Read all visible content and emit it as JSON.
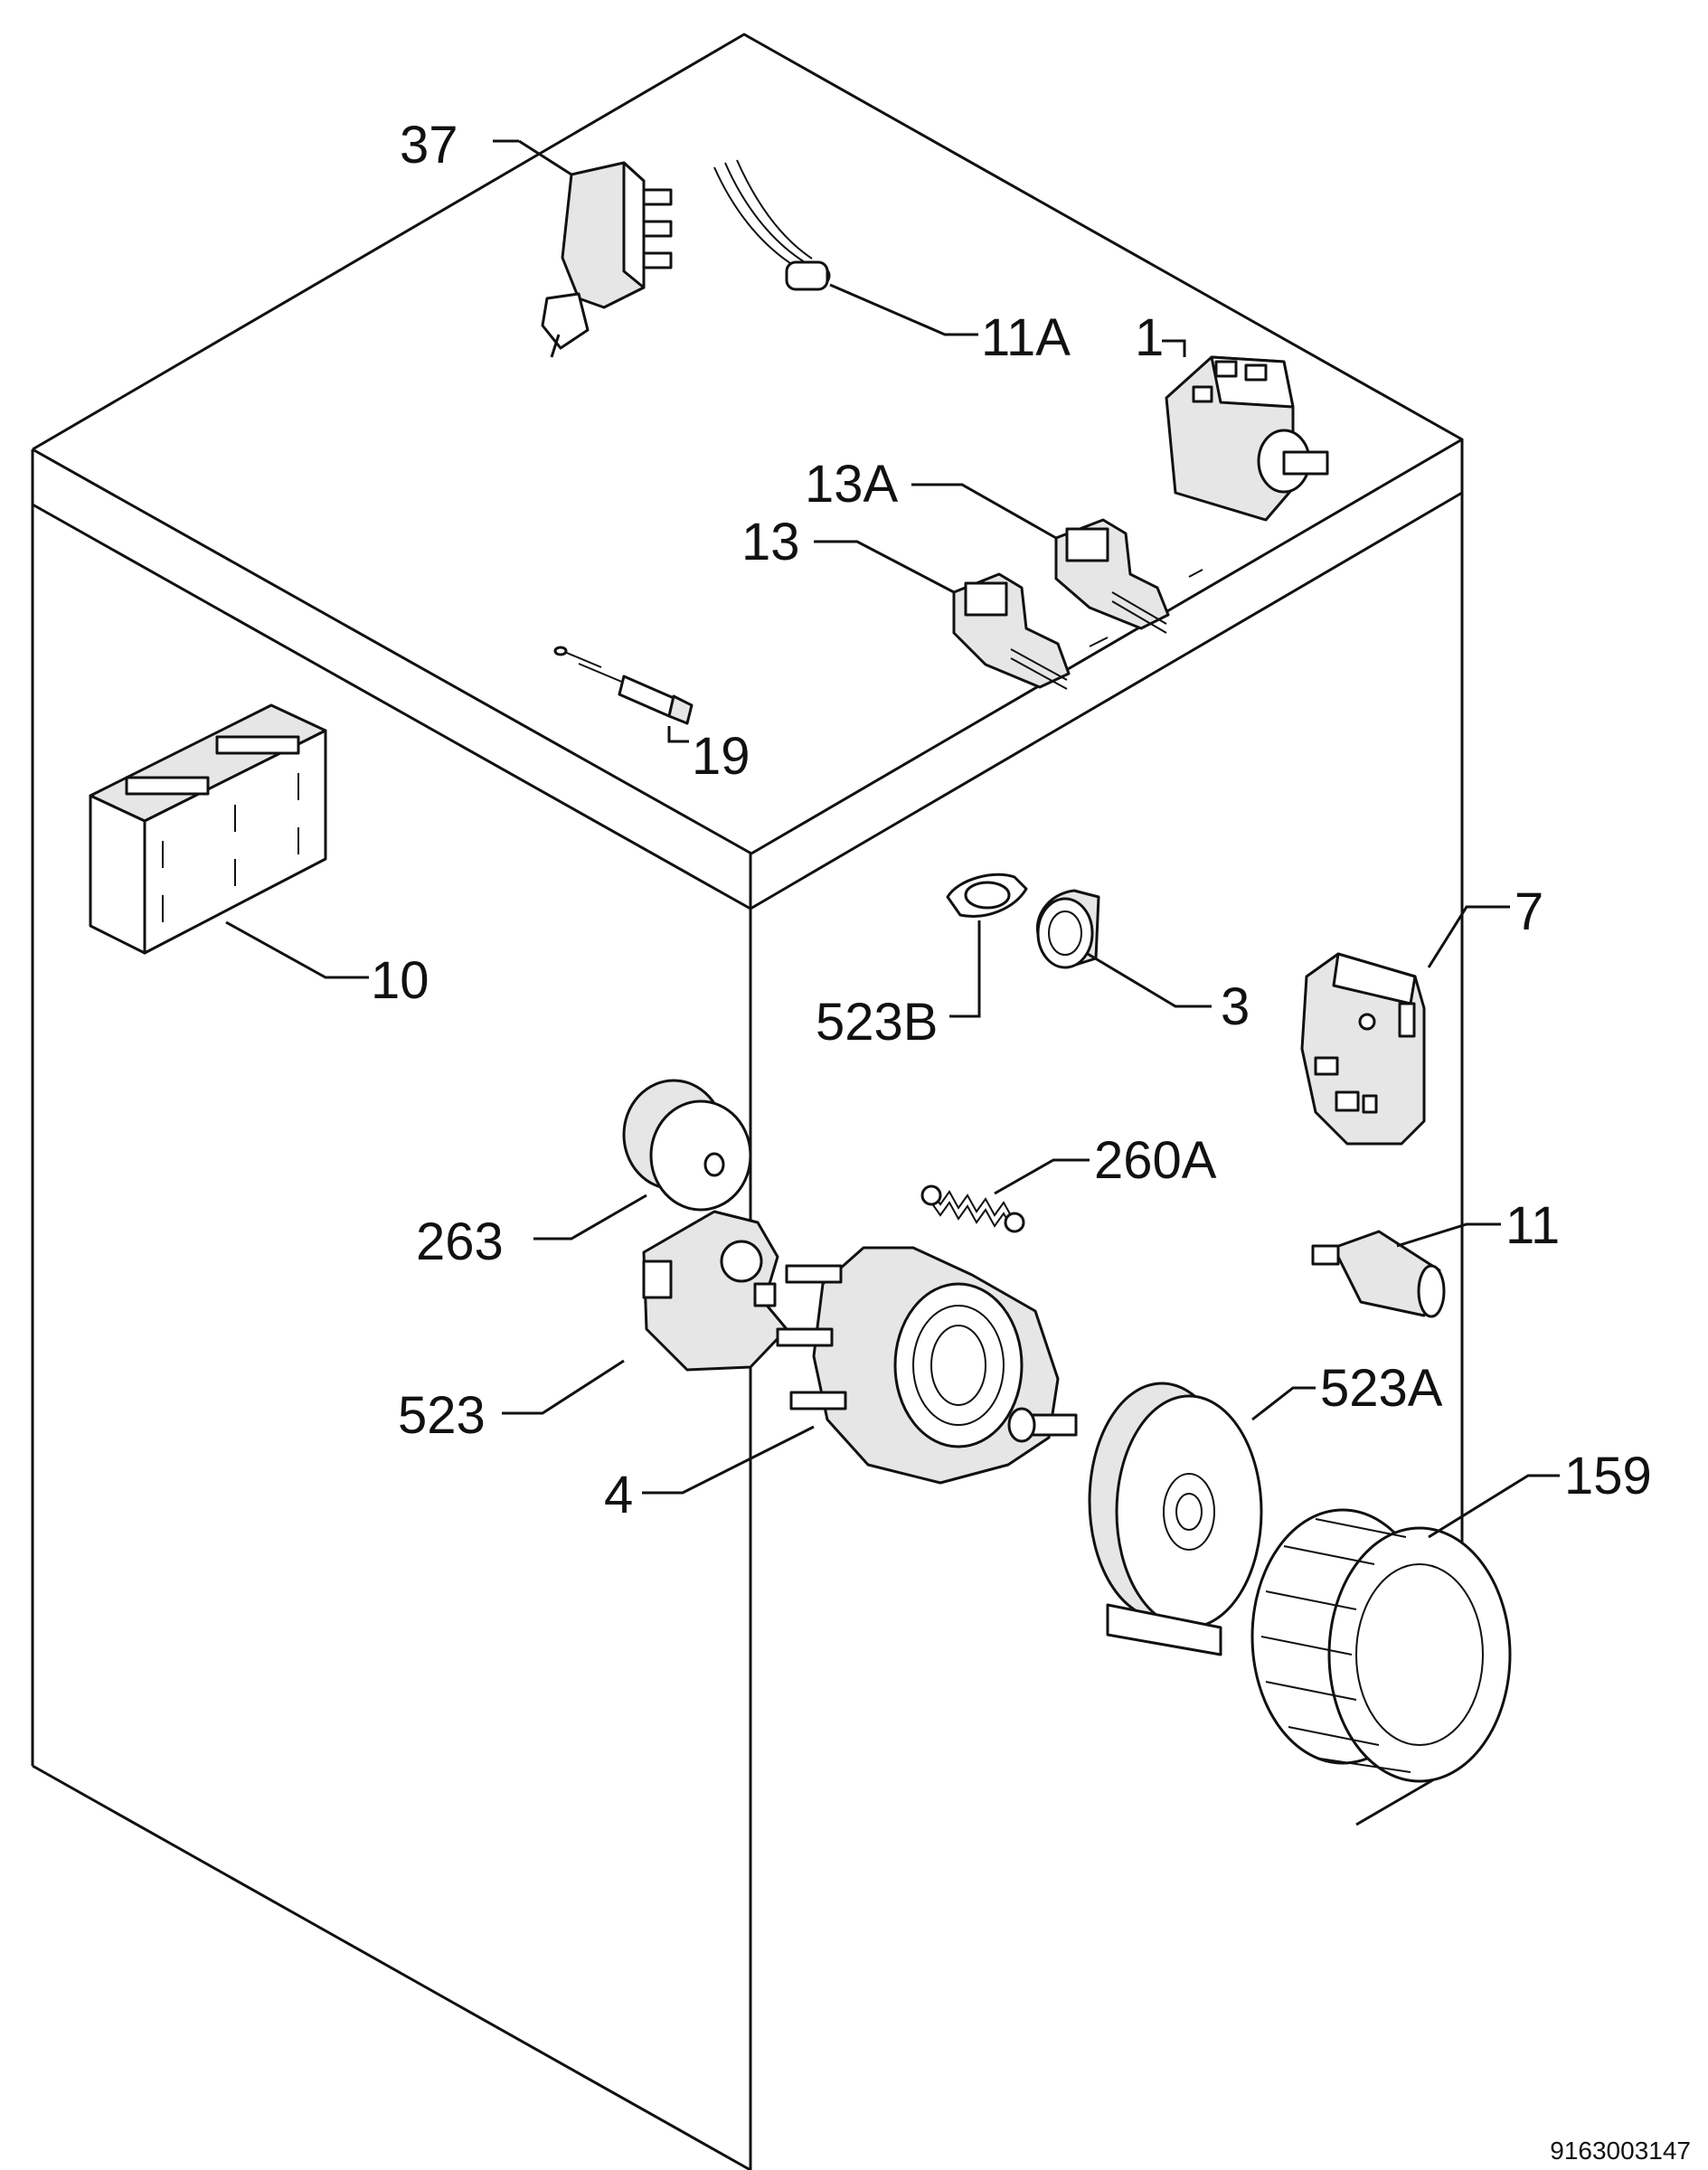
{
  "diagram": {
    "colors": {
      "line": "#111111",
      "background": "#ffffff",
      "part_shade": "#e6e6e6"
    },
    "labels": {
      "p37": "37",
      "p11A": "11A",
      "p1": "1",
      "p13A": "13A",
      "p13": "13",
      "p19": "19",
      "p10": "10",
      "p7": "7",
      "p523B": "523B",
      "p3": "3",
      "p260A": "260A",
      "p263": "263",
      "p11": "11",
      "p523": "523",
      "p523A": "523A",
      "p4": "4",
      "p159": "159"
    },
    "document_number": "9163003147"
  }
}
